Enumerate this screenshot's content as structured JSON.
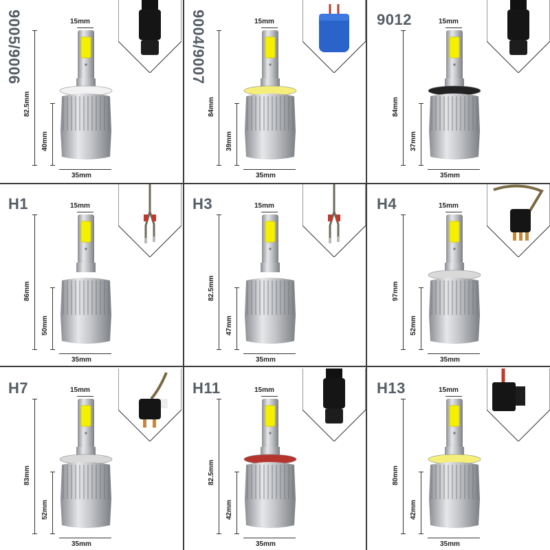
{
  "cells": [
    {
      "id": "9005-9006",
      "label": "9005/9006",
      "label_rotated": true,
      "height_label": "82.5mm",
      "base_label": "40mm",
      "top_width": "15mm",
      "bottom_width": "35mm",
      "collar": "white",
      "connector": "black-plug"
    },
    {
      "id": "9004-9007",
      "label": "9004/9007",
      "label_rotated": true,
      "height_label": "84mm",
      "base_label": "39mm",
      "top_width": "15mm",
      "bottom_width": "35mm",
      "collar": "yellow",
      "connector": "blue-socket"
    },
    {
      "id": "9012",
      "label": "9012",
      "label_rotated": false,
      "height_label": "84mm",
      "base_label": "37mm",
      "top_width": "15mm",
      "bottom_width": "35mm",
      "collar": "black",
      "connector": "black-plug"
    },
    {
      "id": "h1",
      "label": "H1",
      "label_rotated": false,
      "height_label": "86mm",
      "base_label": "50mm",
      "top_width": "15mm",
      "bottom_width": "35mm",
      "collar": "none",
      "connector": "wire-pins"
    },
    {
      "id": "h3",
      "label": "H3",
      "label_rotated": false,
      "height_label": "82.5mm",
      "base_label": "47mm",
      "top_width": "15mm",
      "bottom_width": "35mm",
      "collar": "none",
      "connector": "wire-pins"
    },
    {
      "id": "h4",
      "label": "H4",
      "label_rotated": false,
      "height_label": "97mm",
      "base_label": "52mm",
      "top_width": "15mm",
      "bottom_width": "35mm",
      "collar": "silver",
      "connector": "h4-plug"
    },
    {
      "id": "h7",
      "label": "H7",
      "label_rotated": false,
      "height_label": "83mm",
      "base_label": "52mm",
      "top_width": "15mm",
      "bottom_width": "35mm",
      "collar": "silver",
      "connector": "h7-plug"
    },
    {
      "id": "h11",
      "label": "H11",
      "label_rotated": false,
      "height_label": "82.5mm",
      "base_label": "42mm",
      "top_width": "15mm",
      "bottom_width": "35mm",
      "collar": "red",
      "connector": "black-plug"
    },
    {
      "id": "h13",
      "label": "H13",
      "label_rotated": false,
      "height_label": "80mm",
      "base_label": "42mm",
      "top_width": "15mm",
      "bottom_width": "35mm",
      "collar": "yellow",
      "connector": "h13-plug"
    }
  ],
  "colors": {
    "title": "#555c64",
    "divider": "#3a3a3a",
    "chip": "#f4f000",
    "body": "#b7b9bd"
  }
}
